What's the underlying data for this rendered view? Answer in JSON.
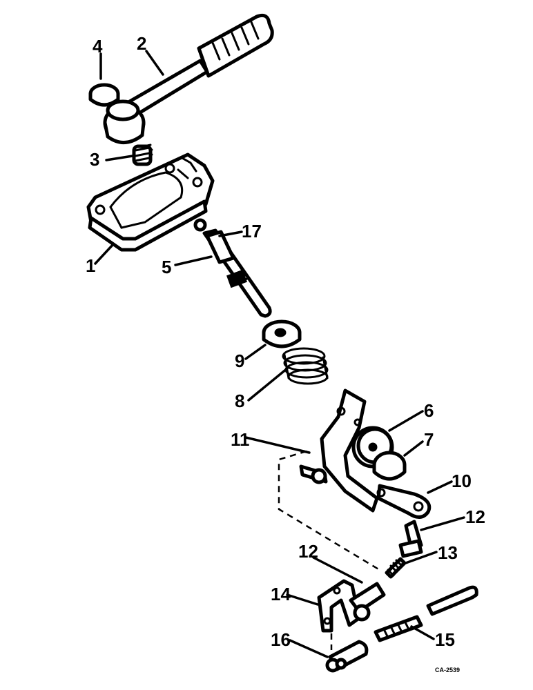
{
  "diagram": {
    "reference_code": "CA-2539",
    "callouts": {
      "c1": "1",
      "c2": "2",
      "c3": "3",
      "c4": "4",
      "c5": "5",
      "c6": "6",
      "c7": "7",
      "c8": "8",
      "c9": "9",
      "c10": "10",
      "c11": "11",
      "c12a": "12",
      "c12b": "12",
      "c13": "13",
      "c14": "14",
      "c15": "15",
      "c16": "16",
      "c17": "17"
    }
  }
}
